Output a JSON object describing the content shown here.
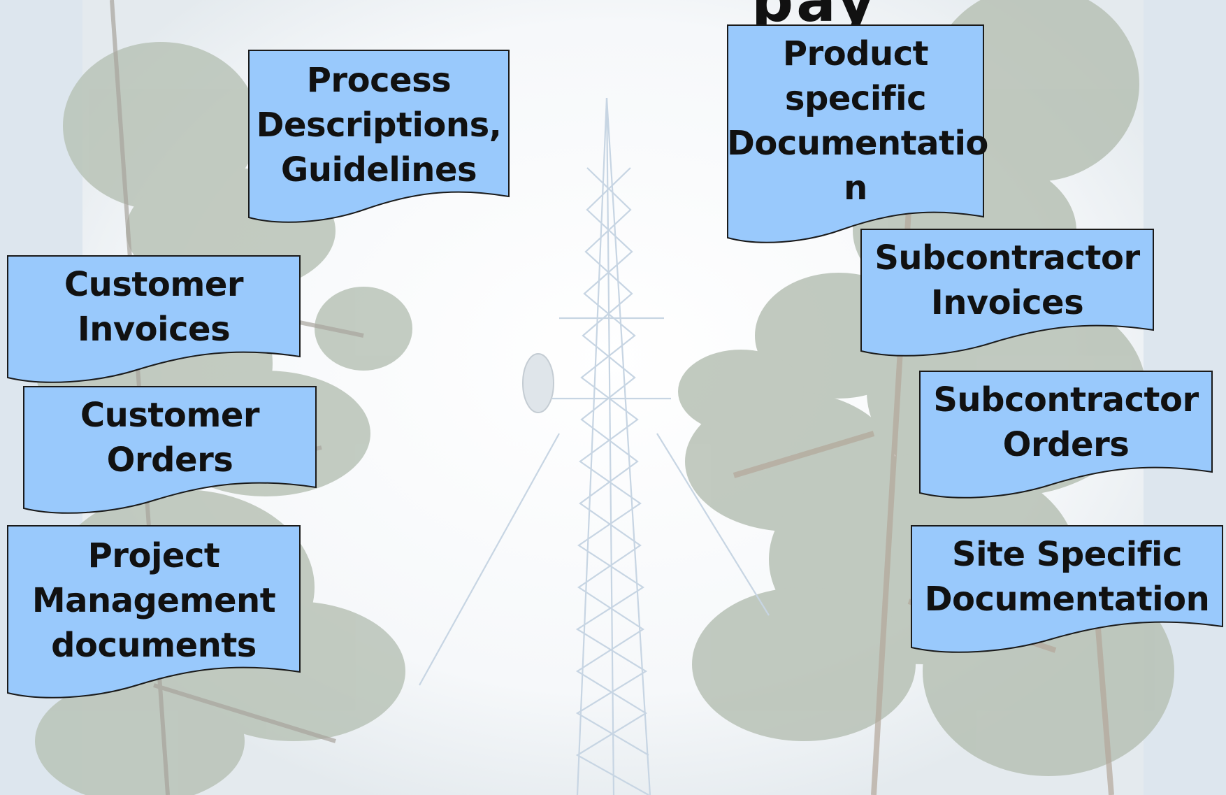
{
  "title_fragment": "pay",
  "documents": [
    {
      "id": "process",
      "lines": [
        "Process",
        "Descriptions,",
        "Guidelines"
      ]
    },
    {
      "id": "product",
      "lines": [
        "Product",
        "specific",
        "Documentatio",
        "n"
      ]
    },
    {
      "id": "customer-invoices",
      "lines": [
        "Customer",
        "Invoices"
      ]
    },
    {
      "id": "subcontractor-invoices",
      "lines": [
        "Subcontractor",
        "Invoices"
      ]
    },
    {
      "id": "customer-orders",
      "lines": [
        "Customer",
        "Orders"
      ]
    },
    {
      "id": "subcontractor-orders",
      "lines": [
        "Subcontractor",
        "Orders"
      ]
    },
    {
      "id": "project-management",
      "lines": [
        "Project",
        "Management",
        "documents"
      ]
    },
    {
      "id": "site-specific",
      "lines": [
        "Site Specific",
        "Documentation"
      ]
    }
  ],
  "colors": {
    "doc_fill": "#99c9fc",
    "doc_stroke": "#1a1a1a",
    "text": "#111111",
    "background": "#eef3f7"
  }
}
